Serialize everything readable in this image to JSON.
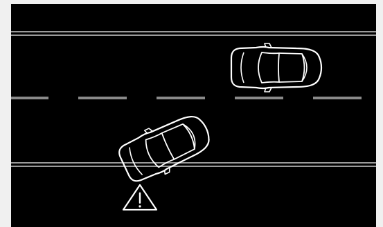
{
  "illustration": {
    "subject": "lane-departure-warning",
    "colors": {
      "background": "#000000",
      "outer_frame": "#f0f0f0",
      "road_line": "#9a9a9a",
      "lane_dash": "#8a8a8a",
      "vehicle_outline": "#ffffff",
      "warning_symbol": "#ffffff"
    },
    "elements": {
      "road_edge_top": "solid",
      "lane_divider": "dashed",
      "road_edge_bottom": "solid",
      "vehicle_ahead": "car-top-view",
      "vehicle_departing": "car-top-view",
      "warning": "warning-triangle-icon"
    }
  }
}
